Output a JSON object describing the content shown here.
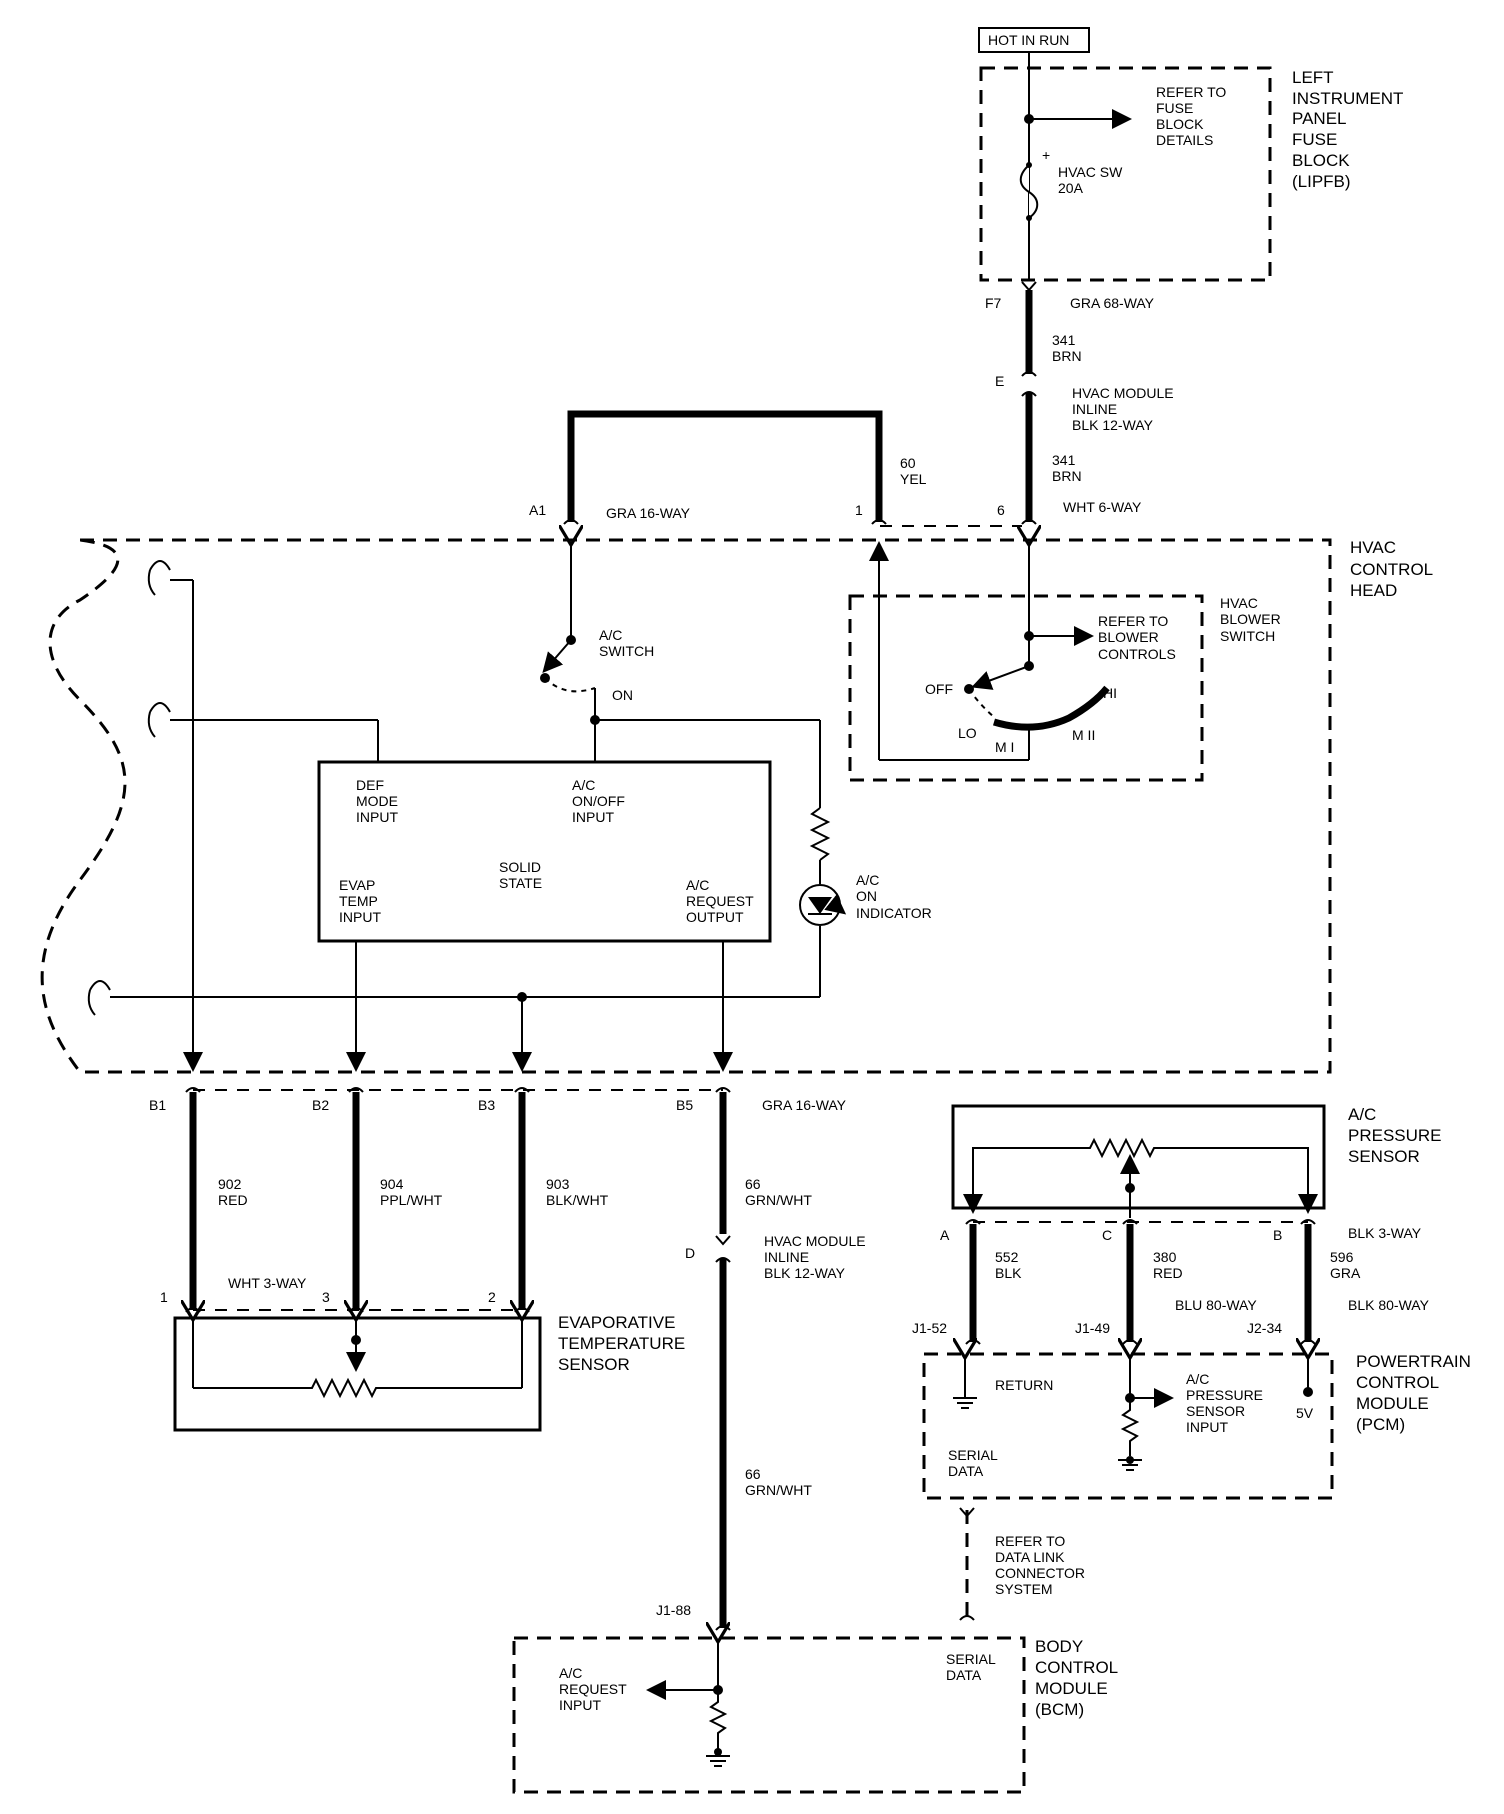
{
  "power": {
    "hot_in_run": "HOT IN RUN",
    "fuse_block_label": [
      "LEFT",
      "INSTRUMENT",
      "PANEL",
      "FUSE",
      "BLOCK",
      "(LIPFB)"
    ],
    "refer_fuse": [
      "REFER TO",
      "FUSE",
      "BLOCK",
      "DETAILS"
    ],
    "fuse_name": [
      "HVAC SW",
      "20A"
    ],
    "plus": "+"
  },
  "connectors": {
    "f7": "F7",
    "f7_conn": "GRA 68-WAY",
    "wire_341_top": [
      "341",
      "BRN"
    ],
    "e": "E",
    "hvac_inline_top": [
      "HVAC MODULE",
      "INLINE",
      "BLK 12-WAY"
    ],
    "wire_341_bottom": [
      "341",
      "BRN"
    ],
    "a1": "A1",
    "gra16_top": "GRA 16-WAY",
    "wire_60": [
      "60",
      "YEL"
    ],
    "pin1_top": "1",
    "pin6": "6",
    "wht6": "WHT 6-WAY",
    "b1": "B1",
    "b2": "B2",
    "b3": "B3",
    "b5": "B5",
    "gra16_bottom": "GRA 16-WAY",
    "wire_902": [
      "902",
      "RED"
    ],
    "wire_904": [
      "904",
      "PPL/WHT"
    ],
    "wire_903": [
      "903",
      "BLK/WHT"
    ],
    "wire_66_top": [
      "66",
      "GRN/WHT"
    ],
    "d": "D",
    "hvac_inline_bottom": [
      "HVAC MODULE",
      "INLINE",
      "BLK 12-WAY"
    ],
    "wire_66_bottom": [
      "66",
      "GRN/WHT"
    ],
    "pin_1": "1",
    "wht3": "WHT 3-WAY",
    "pin_3": "3",
    "pin_2": "2",
    "j1_88": "J1-88",
    "a": "A",
    "c": "C",
    "b": "B",
    "blk3": "BLK 3-WAY",
    "wire_552": [
      "552",
      "BLK"
    ],
    "wire_380": [
      "380",
      "RED"
    ],
    "wire_596": [
      "596",
      "GRA"
    ],
    "j1_52": "J1-52",
    "j1_49": "J1-49",
    "blu80": "BLU 80-WAY",
    "j2_34": "J2-34",
    "blk80": "BLK 80-WAY"
  },
  "control_head": {
    "title": [
      "HVAC",
      "CONTROL",
      "HEAD"
    ],
    "ac_switch": [
      "A/C",
      "SWITCH"
    ],
    "on": "ON",
    "blower_switch": [
      "HVAC",
      "BLOWER",
      "SWITCH"
    ],
    "refer_blower": [
      "REFER TO",
      "BLOWER",
      "CONTROLS"
    ],
    "off": "OFF",
    "hi": "HI",
    "lo": "LO",
    "m1": "M I",
    "m2": "M II",
    "def_mode": [
      "DEF",
      "MODE",
      "INPUT"
    ],
    "ac_onoff": [
      "A/C",
      "ON/OFF",
      "INPUT"
    ],
    "solid_state": [
      "SOLID",
      "STATE"
    ],
    "evap_temp": [
      "EVAP",
      "TEMP",
      "INPUT"
    ],
    "ac_request_output": [
      "A/C",
      "REQUEST",
      "OUTPUT"
    ],
    "ac_on_indicator": [
      "A/C",
      "ON",
      "INDICATOR"
    ]
  },
  "sensors": {
    "evap_sensor": [
      "EVAPORATIVE",
      "TEMPERATURE",
      "SENSOR"
    ],
    "ac_pressure_sensor": [
      "A/C",
      "PRESSURE",
      "SENSOR"
    ]
  },
  "pcm": {
    "title": [
      "POWERTRAIN",
      "CONTROL",
      "MODULE",
      "(PCM)"
    ],
    "return": "RETURN",
    "pressure_input": [
      "A/C",
      "PRESSURE",
      "SENSOR",
      "INPUT"
    ],
    "five_v": "5V",
    "serial_data": [
      "SERIAL",
      "DATA"
    ],
    "refer_dlc": [
      "REFER TO",
      "DATA LINK",
      "CONNECTOR",
      "SYSTEM"
    ]
  },
  "bcm": {
    "title": [
      "BODY",
      "CONTROL",
      "MODULE",
      "(BCM)"
    ],
    "request_input": [
      "A/C",
      "REQUEST",
      "INPUT"
    ],
    "serial_data": [
      "SERIAL",
      "DATA"
    ]
  }
}
